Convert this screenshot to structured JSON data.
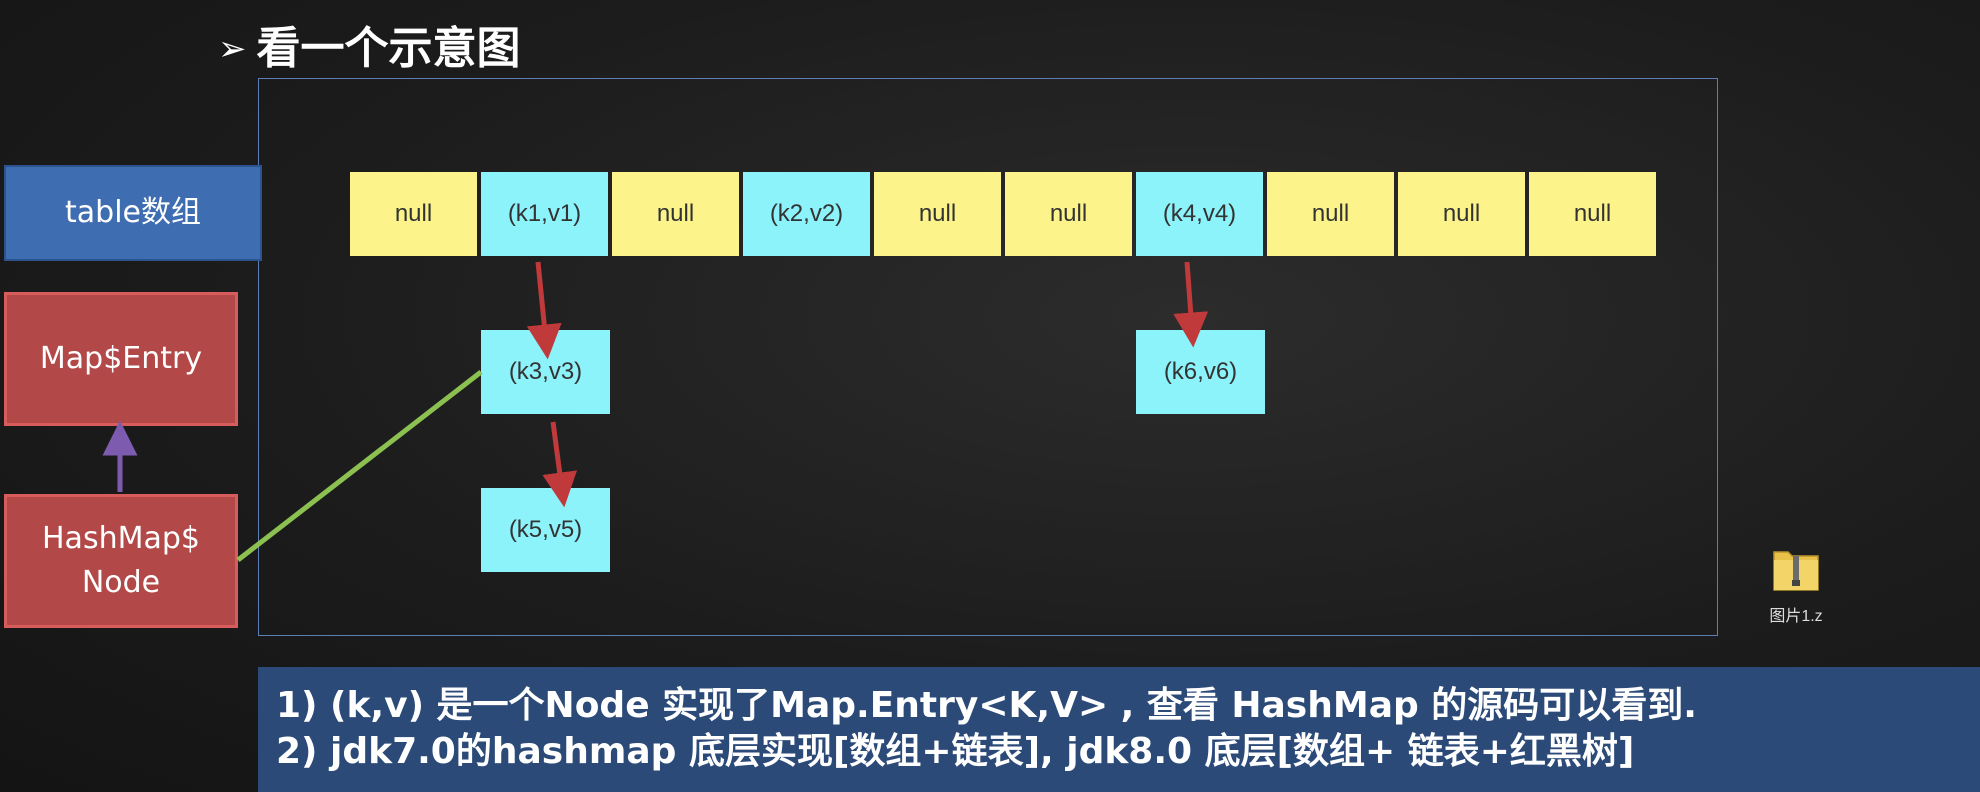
{
  "title": "看一个示意图",
  "table_cells": [
    "null",
    "(k1,v1)",
    "null",
    "(k2,v2)",
    "null",
    "null",
    "(k4,v4)",
    "null",
    "null",
    "null"
  ],
  "chain_nodes": {
    "k3": "(k3,v3)",
    "k5": "(k5,v5)",
    "k6": "(k6,v6)"
  },
  "side_labels": {
    "table": "table数组",
    "map_entry": "Map$Entry",
    "node_line1": "HashMap$",
    "node_line2": "Node"
  },
  "file": {
    "label": "图片1.z"
  },
  "notes": {
    "line1": "1) (k,v) 是一个Node 实现了Map.Entry<K,V> ,  查看 HashMap 的源码可以看到.",
    "line2": "2) jdk7.0的hashmap 底层实现[数组+链表], jdk8.0 底层[数组+ 链表+红黑树]"
  },
  "colors": {
    "null_cell": "#fcf48a",
    "kv_cell": "#8df3fa",
    "table_label": "#3f6db1",
    "class_box": "#b24848",
    "link_arrow": "#c0393b",
    "inherit_arrow": "#7d5cb0",
    "node_line": "#8cc152",
    "notes_bg": "#2b4a78"
  }
}
